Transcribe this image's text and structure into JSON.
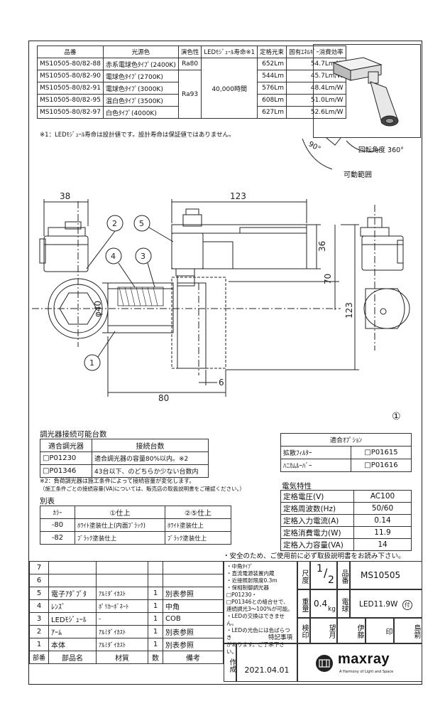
{
  "spec_table": {
    "headers": [
      "品番",
      "光源色",
      "演色性",
      "LEDﾓｼﾞｭｰﾙ寿命※1",
      "定格光束",
      "固有ｴﾈﾙｷﾞｰ消費効率"
    ],
    "rows": [
      {
        "model": "MS10505-80/82-88",
        "color": "赤系電球色ﾀｲﾌﾟ(2400K)",
        "flux": "652Lm",
        "eff": "54.7Lm/W"
      },
      {
        "model": "MS10505-80/82-90",
        "color": "電球色ﾀｲﾌﾟ(2700K)",
        "flux": "544Lm",
        "eff": "45.7Lm/W"
      },
      {
        "model": "MS10505-80/82-91",
        "color": "電球色ﾀｲﾌﾟ(3000K)",
        "flux": "576Lm",
        "eff": "48.4Lm/W"
      },
      {
        "model": "MS10505-80/82-95",
        "color": "温白色ﾀｲﾌﾟ(3500K)",
        "flux": "608Lm",
        "eff": "51.0Lm/W"
      },
      {
        "model": "MS10505-80/82-97",
        "color": "白色ﾀｲﾌﾟ(4000K)",
        "flux": "627Lm",
        "eff": "52.6Lm/W"
      }
    ],
    "cri_first": "Ra80",
    "cri_rest": "Ra93",
    "life": "40,000時間",
    "footnote": "※1：LEDﾓｼﾞｭｰﾙ寿命は設計値です。設計寿命は保証値ではありません。"
  },
  "thumbnail": {
    "angle": "90°",
    "rotation": "回転角度 360°",
    "range": "可動範囲"
  },
  "dimensions": {
    "d38": "38",
    "d123_top": "123",
    "d36": "36",
    "d70": "70",
    "d123_side": "123",
    "phi40": "φ40",
    "d80": "80",
    "d6": "6"
  },
  "callouts": [
    "1",
    "2",
    "3",
    "4",
    "5"
  ],
  "view_mark": "①",
  "dimmer": {
    "title": "調光器接続可能台数",
    "headers": [
      "適合調光器",
      "接続台数"
    ],
    "rows": [
      {
        "model": "□P01230",
        "count": "適合調光器の容量80%以内。※2"
      },
      {
        "model": "□P01346",
        "count": "43台以下、のどちらか少ない台数内"
      }
    ],
    "note1": "※2：負荷調光器は施工条件によって接続容量が変化します。",
    "note2": "（施工条件ごとの接続容量(VA)については、販売店の取扱説明書をご確認ください。）"
  },
  "options": {
    "title": "適合ｵﾌﾟｼｮﾝ",
    "rows": [
      {
        "name": "拡散ﾌｨﾙﾀｰ",
        "code": "□P01615"
      },
      {
        "name": "ﾊﾆｶﾑﾙｰﾊﾞｰ",
        "code": "□P01616"
      }
    ]
  },
  "electrical": {
    "title": "電気特性",
    "rows": [
      {
        "name": "定格電圧(V)",
        "value": "AC100"
      },
      {
        "name": "定格周波数(Hz)",
        "value": "50/60"
      },
      {
        "name": "定格入力電流(A)",
        "value": "0.14"
      },
      {
        "name": "定格消費電力(W)",
        "value": "11.9"
      },
      {
        "name": "定格入力容量(VA)",
        "value": "14"
      }
    ]
  },
  "variants": {
    "title": "別表",
    "headers": [
      "ｶﾗｰ",
      "①仕上",
      "②⑤仕上"
    ],
    "rows": [
      {
        "code": "-80",
        "f1": "ﾎﾜｲﾄ塗装仕上(内面ﾌﾞﾗｯｸ)",
        "f2": "ﾎﾜｲﾄ塗装仕上"
      },
      {
        "code": "-82",
        "f1": "ﾌﾞﾗｯｸ塗装仕上",
        "f2": "ﾌﾞﾗｯｸ塗装仕上"
      }
    ]
  },
  "safety": "・安全のため、ご使用前に必ず取扱説明書をお読み下さい。",
  "bom": {
    "rows": [
      {
        "no": "7",
        "part": "",
        "mat": "",
        "qty": "",
        "note": ""
      },
      {
        "no": "6",
        "part": "",
        "mat": "",
        "qty": "",
        "note": ""
      },
      {
        "no": "5",
        "part": "電子ｱﾀﾞﾌﾟﾀ",
        "mat": "ｱﾙﾐﾀﾞｲｶｽﾄ",
        "qty": "1",
        "note": "別表参照"
      },
      {
        "no": "4",
        "part": "ﾚﾝｽﾞ",
        "mat": "ﾎﾟﾘｶｰﾎﾞﾈｰﾄ",
        "qty": "1",
        "note": "中角"
      },
      {
        "no": "3",
        "part": "LEDﾓｼﾞｭｰﾙ",
        "mat": "-",
        "qty": "1",
        "note": "COB"
      },
      {
        "no": "2",
        "part": "ｱｰﾑ",
        "mat": "ｱﾙﾐﾀﾞｲｶｽﾄ",
        "qty": "1",
        "note": "別表参照"
      },
      {
        "no": "1",
        "part": "本体",
        "mat": "ｱﾙﾐﾀﾞｲｶｽﾄ",
        "qty": "1",
        "note": "別表参照"
      }
    ],
    "headers": [
      "部番",
      "部品名",
      "材質",
      "数",
      "備考"
    ]
  },
  "special": {
    "lines": [
      "・中角ﾀｲﾌﾟ",
      "・直流電源装置内蔵",
      "・近接照射限度0.3m",
      "・保相制御調光器□P01230・",
      " □P01346との組合せで、",
      " 連続調光3〜100%が可能。",
      "・LEDの交換はできません。",
      "",
      "・LEDの光色には色ばらつき",
      " があります。ご了承下さい。"
    ],
    "label": "特記事項"
  },
  "title_block": {
    "scale_label": "尺度",
    "scale_num": "1",
    "scale_den": "2",
    "part_no_label": "品番",
    "part_no": "MS10505",
    "weight_label": "重量",
    "weight": "0.4",
    "weight_unit": "kg",
    "bulb_label": "電球",
    "bulb": "LED11.9W",
    "bulb_mark": "付",
    "check_label": "検印",
    "mochizuki": "望月",
    "ito": "伊藤",
    "in": "印",
    "shimazaki": "島箭",
    "made_label": "作成",
    "date": "2021.04.01",
    "brand": "maxray",
    "brand_sub": "A Harmony of Light and Space"
  }
}
